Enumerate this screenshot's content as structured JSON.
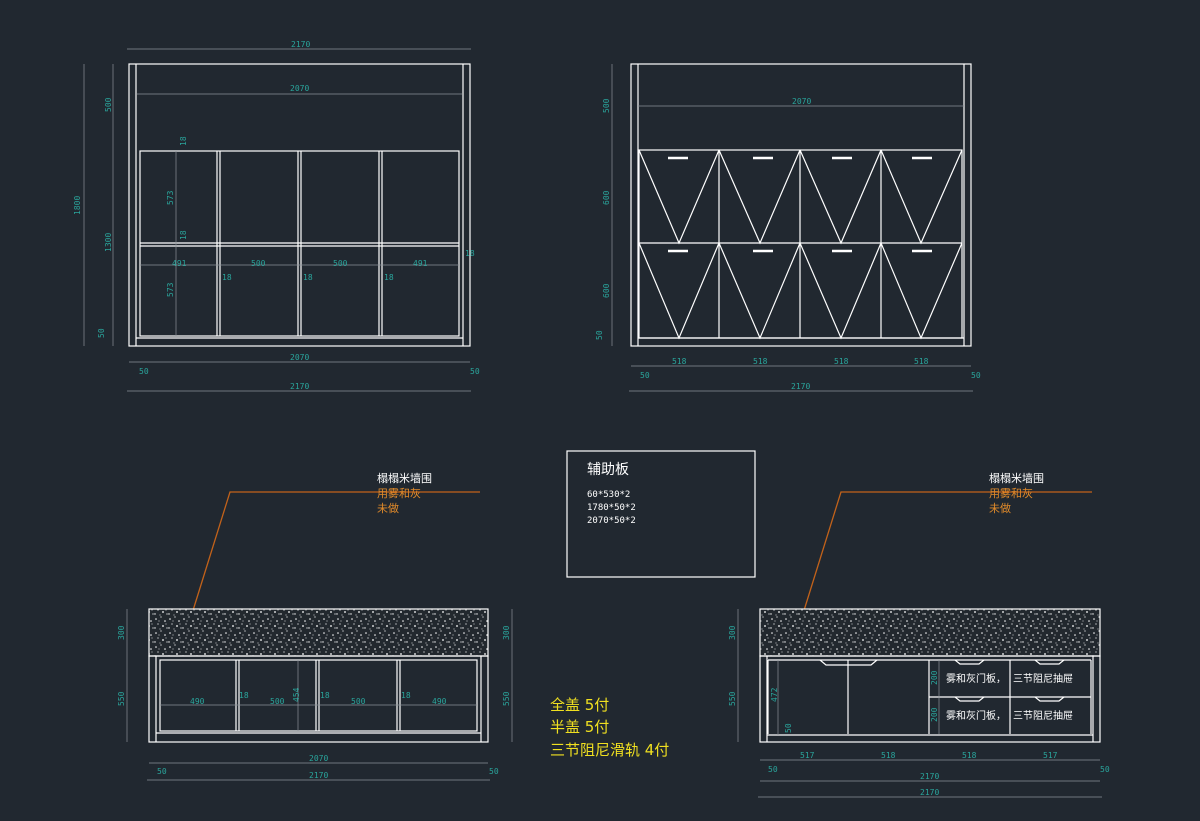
{
  "top_left": {
    "overall_width": "2170",
    "inner_width": "2070",
    "height_total": "1800",
    "h_top": "500",
    "h_cabinet": "1300",
    "h_base": "50",
    "cell_height": "573",
    "shelf": "18",
    "shelf2": "18",
    "col_widths": [
      "491",
      "500",
      "500",
      "491"
    ],
    "dividers": [
      "18",
      "18",
      "18"
    ],
    "side_r": "18",
    "bottom_inner": "2070",
    "bottom_outer": "2170",
    "foot_l": "50",
    "foot_r": "50"
  },
  "top_right": {
    "inner_width": "2070",
    "h_top": "500",
    "h_row1": "600",
    "h_row2": "600",
    "h_base": "50",
    "col_widths": [
      "518",
      "518",
      "518",
      "518"
    ],
    "foot_l": "50",
    "foot_r": "50",
    "overall_width": "2170"
  },
  "board_box": {
    "title": "辅助板",
    "items": [
      "60*530*2",
      "1780*50*2",
      "2070*50*2"
    ]
  },
  "bottom_left": {
    "note_line1": "榻榻米墙围",
    "note_line2": "用雾和灰",
    "note_line3": "未做",
    "h_top": "300",
    "h_bottom": "550",
    "h_top_r": "300",
    "h_bottom_r": "550",
    "col_widths": [
      "490",
      "500",
      "500",
      "490"
    ],
    "dividers": [
      "18",
      "18",
      "18"
    ],
    "mid_h": "454",
    "bottom_inner": "2070",
    "bottom_outer": "2170",
    "foot_l": "50",
    "foot_r": "50"
  },
  "hardware": {
    "line1": "全盖   5付",
    "line2": "半盖   5付",
    "line3": "三节阻尼滑轨   4付"
  },
  "bottom_right": {
    "note_line1": "榻榻米墙围",
    "note_line2": "用雾和灰",
    "note_line3": "未做",
    "h_top": "300",
    "h_bottom": "550",
    "door_h": "472",
    "base": "50",
    "drawer_h1": "200",
    "drawer_h2": "200",
    "door_label1": "雾和灰门板，",
    "drawer_label1": "三节阻尼抽屉",
    "door_label2": "雾和灰门板，",
    "drawer_label2": "三节阻尼抽屉",
    "col_widths": [
      "517",
      "518",
      "518",
      "517"
    ],
    "foot_l": "50",
    "foot_r": "50",
    "inner": "2170",
    "outer": "2170"
  },
  "colors": {
    "background": "#212830",
    "line": "#ffffff",
    "dimension": "#2aa59c",
    "leader": "#c2621a",
    "note_orange": "#e08a2a",
    "note_yellow": "#f0e020"
  }
}
